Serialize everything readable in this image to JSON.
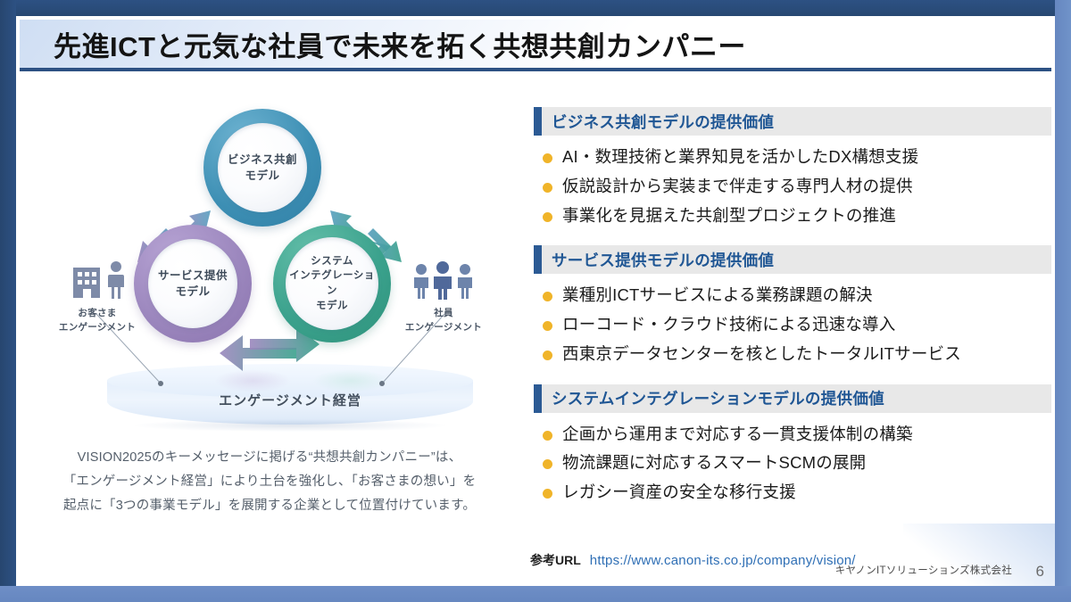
{
  "slide": {
    "title": "先進ICTと元気な社員で未来を拓く共想共創カンパニー",
    "page_number": "6",
    "company": "キヤノンITソリューションズ株式会社"
  },
  "diagram": {
    "circles": [
      {
        "id": "business-co-creation",
        "line1": "ビジネス共創",
        "line2": "モデル",
        "color": "#3d8fb4"
      },
      {
        "id": "service-provision",
        "line1": "サービス提供",
        "line2": "モデル",
        "color": "#9b86bd"
      },
      {
        "id": "system-integration",
        "line1": "システム",
        "line2": "インテグレーション",
        "line3": "モデル",
        "color": "#3aa18c"
      }
    ],
    "base_label": "エンゲージメント経営",
    "left_side": {
      "line1": "お客さま",
      "line2": "エンゲージメント",
      "icon": "building-person-icon"
    },
    "right_side": {
      "line1": "社員",
      "line2": "エンゲージメント",
      "icon": "three-people-icon"
    },
    "caption_line1": "VISION2025のキーメッセージに掲げる“共想共創カンパニー”は、",
    "caption_line2": "「エンゲージメント経営」により土台を強化し、「お客さまの想い」を",
    "caption_line3": "起点に「3つの事業モデル」を展開する企業として位置付けています。"
  },
  "sections": [
    {
      "title": "ビジネス共創モデルの提供価値",
      "bullets": [
        "AI・数理技術と業界知見を活かしたDX構想支援",
        "仮説設計から実装まで伴走する専門人材の提供",
        "事業化を見据えた共創型プロジェクトの推進"
      ]
    },
    {
      "title": "サービス提供モデルの提供価値",
      "bullets": [
        "業種別ICTサービスによる業務課題の解決",
        "ローコード・クラウド技術による迅速な導入",
        "西東京データセンターを核としたトータルITサービス"
      ]
    },
    {
      "title": "システムインテグレーションモデルの提供価値",
      "bullets": [
        "企画から運用まで対応する一貫支援体制の構築",
        "物流課題に対応するスマートSCMの展開",
        "レガシー資産の安全な移行支援"
      ]
    }
  ],
  "footer": {
    "reference_label": "参考URL",
    "reference_url": "https://www.canon-its.co.jp/company/vision/"
  },
  "colors": {
    "frame_navy": "#2d5183",
    "frame_blue": "#6687c0",
    "section_accent": "#2b5a94",
    "section_title": "#1f5694",
    "bullet_dot": "#f0b429",
    "link": "#2f6fb5"
  }
}
